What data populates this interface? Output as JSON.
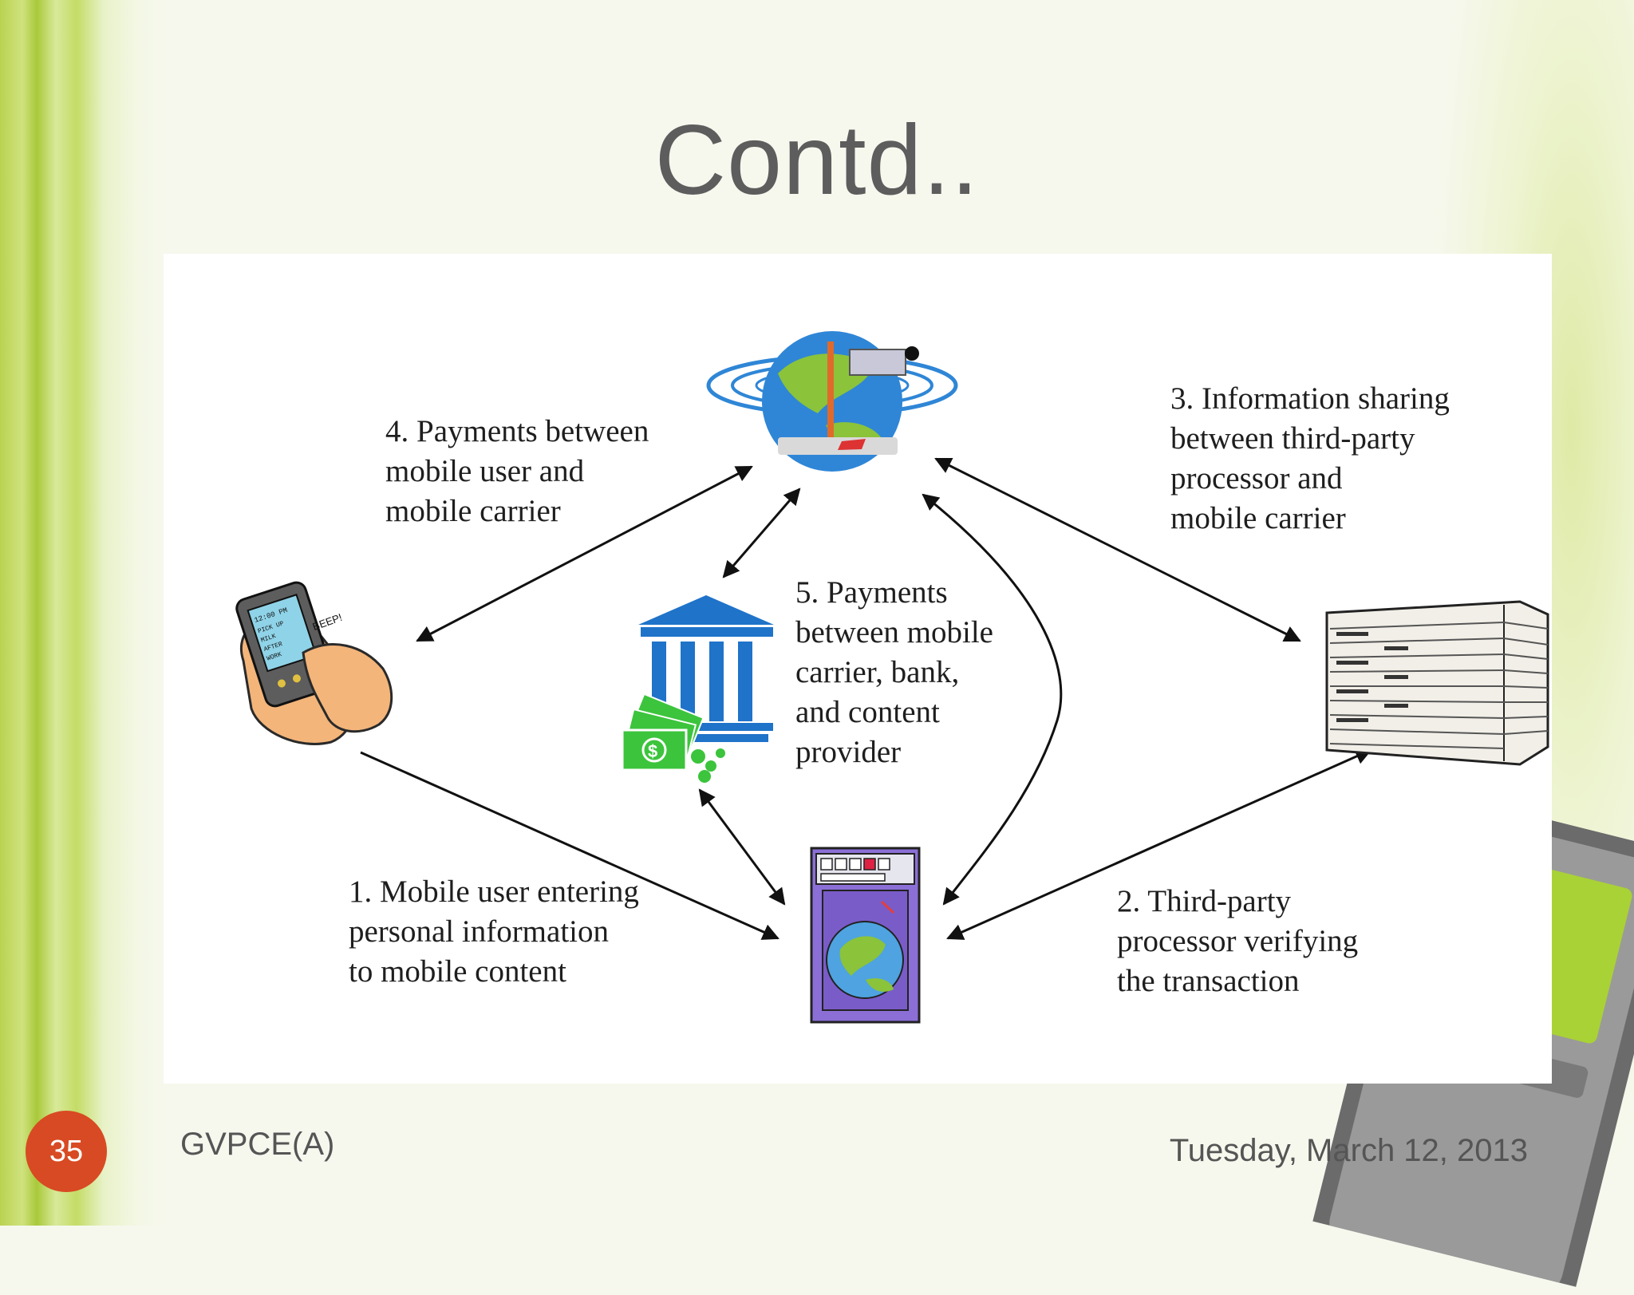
{
  "slide": {
    "title": "Contd..",
    "page_number": "35",
    "footer_left": "GVPCE(A)",
    "footer_right": "Tuesday, March 12, 2013"
  },
  "diagram": {
    "labels": {
      "step1": "1. Mobile user entering\n   personal information\n   to mobile content",
      "step2": "2. Third-party\n   processor verifying\n   the transaction",
      "step3": "3. Information sharing\n   between third-party\n   processor and\n   mobile carrier",
      "step4": "4. Payments between\n   mobile user and\n   mobile carrier",
      "step5": "5. Payments\n   between mobile\n   carrier, bank,\n   and content\n   provider"
    },
    "phone_screen_text": "12:00 PM PICK UP MILK AFTER WORK",
    "phone_beep_text": "BEEP!",
    "money_symbol": "$",
    "colors": {
      "arrow": "#111111",
      "bank_blue": "#1f73c9",
      "money_green": "#3cc43c",
      "globe_blue": "#2f86d6",
      "globe_green": "#8bc33a",
      "browser_purple": "#8b6fd6",
      "hand_skin": "#f3b57a"
    }
  }
}
